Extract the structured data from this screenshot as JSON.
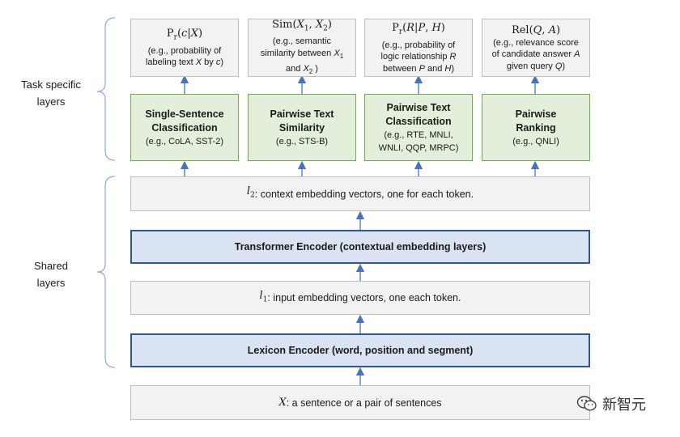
{
  "side_labels": {
    "task": [
      "Task specific",
      "layers"
    ],
    "shared": [
      "Shared",
      "layers"
    ]
  },
  "tasks": [
    {
      "output_formula": "Pr(c|X)",
      "output_note": [
        "(e.g., probability of",
        "labeling text X by c)"
      ],
      "title": [
        "Single-Sentence",
        "Classification"
      ],
      "examples": [
        "(e.g., CoLA, SST-2)"
      ]
    },
    {
      "output_formula": "Sim(X1, X2)",
      "output_note": [
        "(e.g., semantic",
        "similarity between X1",
        "and X2 )"
      ],
      "title": [
        "Pairwise Text",
        "Similarity"
      ],
      "examples": [
        "(e.g., STS-B)"
      ]
    },
    {
      "output_formula": "Pr(R|P, H)",
      "output_note": [
        "(e.g., probability of",
        "logic relationship R",
        "between P and H)"
      ],
      "title": [
        "Pairwise Text",
        "Classification"
      ],
      "examples": [
        "(e.g., RTE, MNLI,",
        "WNLI, QQP, MRPC)"
      ]
    },
    {
      "output_formula": "Rel(Q, A)",
      "output_note": [
        "(e.g., relevance score",
        "of candidate answer A",
        "given query Q)"
      ],
      "title": [
        "Pairwise",
        "Ranking"
      ],
      "examples": [
        "(e.g., QNLI)"
      ]
    }
  ],
  "shared": {
    "l2_var": "l2",
    "l2_text": ": context embedding vectors, one for each token.",
    "transformer": "Transformer Encoder (contextual embedding layers)",
    "l1_var": "l1",
    "l1_text": ": input embedding vectors, one each token.",
    "lexicon": "Lexicon Encoder (word, position and segment)",
    "x_var": "X",
    "x_text": ": a sentence or a pair of sentences"
  },
  "watermark": "新智元",
  "colors": {
    "green_fill": "#e2efda",
    "green_border": "#70ad47",
    "blue_fill": "#dae3f3",
    "blue_border": "#2f5597",
    "gray_fill": "#f2f2f2",
    "gray_border": "#bfbfbf",
    "arrow": "#4472c4",
    "brace": "#8fa9d6"
  }
}
